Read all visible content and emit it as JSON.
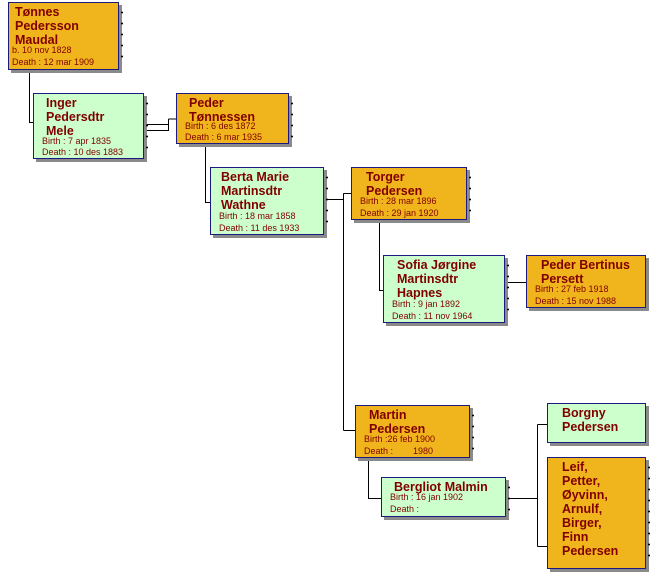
{
  "persons": [
    {
      "name": "Tønnes\nPedersson\nMaudal",
      "lines": [
        "b. 10 nov 1828",
        "Death : 12 mar 1909"
      ]
    },
    {
      "name": "Inger\nPedersdtr\nMele",
      "lines": [
        "Birth : 7 apr 1835",
        "Death : 10 des 1883"
      ]
    },
    {
      "name": "Peder\nTønnessen",
      "lines": [
        "Birth : 6 des 1872",
        "Death : 6 mar 1935"
      ]
    },
    {
      "name": "Berta Marie\nMartinsdtr\nWathne",
      "lines": [
        "Birth : 18 mar 1858",
        "Death : 11 des 1933"
      ]
    },
    {
      "name": "Torger\nPedersen",
      "lines": [
        "Birth : 28 mar 1896",
        "Death : 29 jan 1920"
      ]
    },
    {
      "name": "Sofia Jørgine\nMartinsdtr\nHapnes",
      "lines": [
        "Birth : 9 jan 1892",
        "Death : 11 nov 1964"
      ]
    },
    {
      "name": "Peder Bertinus\nPersett",
      "lines": [
        "Birth : 27 feb 1918",
        "Death : 15 nov 1988"
      ]
    },
    {
      "name": "Martin\nPedersen",
      "lines": [
        "Birth :26 feb 1900",
        "Death :        1980"
      ]
    },
    {
      "name": "Bergliot Malmin",
      "lines": [
        "Birth : 16 jan 1902",
        "Death :"
      ]
    },
    {
      "name": "Borgny\nPedersen",
      "lines": []
    },
    {
      "name": "Leif,\nPetter,\nØyvinn,\nArnulf,\nBirger,\nFinn\nPedersen",
      "lines": []
    }
  ]
}
